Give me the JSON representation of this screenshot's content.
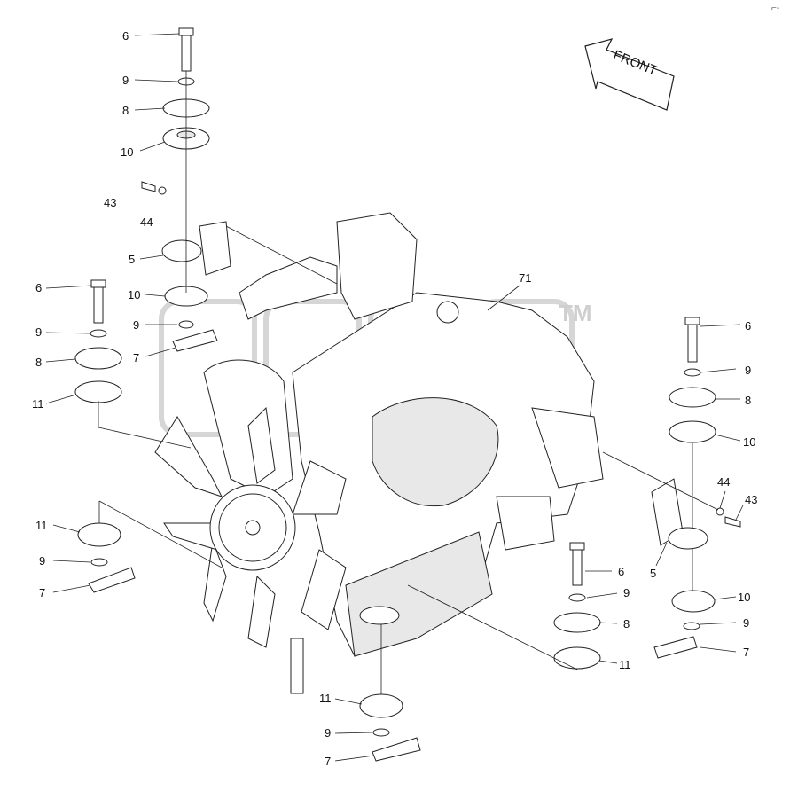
{
  "diagram": {
    "front_label": "FRONT",
    "watermark_tm": "TM",
    "corner_mark": "⌐-",
    "callouts": [
      {
        "id": "c6a",
        "text": "6"
      },
      {
        "id": "c9a",
        "text": "9"
      },
      {
        "id": "c8a",
        "text": "8"
      },
      {
        "id": "c10a",
        "text": "10"
      },
      {
        "id": "c43a",
        "text": "43"
      },
      {
        "id": "c44a",
        "text": "44"
      },
      {
        "id": "c5a",
        "text": "5"
      },
      {
        "id": "c6b",
        "text": "6"
      },
      {
        "id": "c10b",
        "text": "10"
      },
      {
        "id": "c9b",
        "text": "9"
      },
      {
        "id": "c9c",
        "text": "9"
      },
      {
        "id": "c7a",
        "text": "7"
      },
      {
        "id": "c8b",
        "text": "8"
      },
      {
        "id": "c11a",
        "text": "11"
      },
      {
        "id": "c71",
        "text": "71"
      },
      {
        "id": "c6c",
        "text": "6"
      },
      {
        "id": "c9d",
        "text": "9"
      },
      {
        "id": "c8c",
        "text": "8"
      },
      {
        "id": "c10c",
        "text": "10"
      },
      {
        "id": "c44b",
        "text": "44"
      },
      {
        "id": "c43b",
        "text": "43"
      },
      {
        "id": "c5b",
        "text": "5"
      },
      {
        "id": "c11b",
        "text": "11"
      },
      {
        "id": "c9e",
        "text": "9"
      },
      {
        "id": "c7b",
        "text": "7"
      },
      {
        "id": "c6d",
        "text": "6"
      },
      {
        "id": "c9f",
        "text": "9"
      },
      {
        "id": "c8d",
        "text": "8"
      },
      {
        "id": "c10d",
        "text": "10"
      },
      {
        "id": "c9g",
        "text": "9"
      },
      {
        "id": "c11c",
        "text": "11"
      },
      {
        "id": "c7c",
        "text": "7"
      },
      {
        "id": "c11d",
        "text": "11"
      },
      {
        "id": "c9h",
        "text": "9"
      },
      {
        "id": "c7d",
        "text": "7"
      }
    ]
  }
}
